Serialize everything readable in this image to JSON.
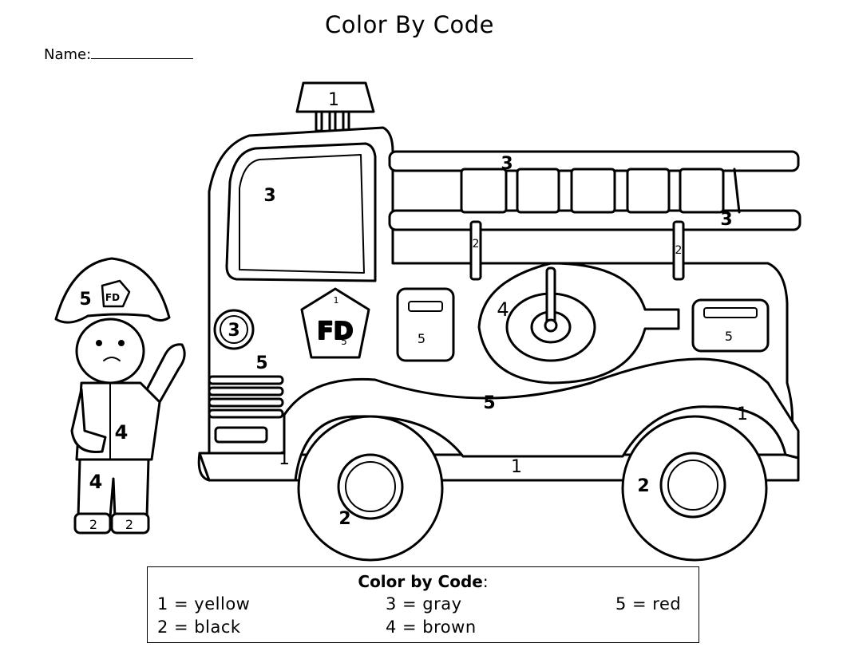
{
  "title": "Color By Code",
  "name_label": "Name:",
  "codes": {
    "light": "1",
    "window": "3",
    "ladder_a": "3",
    "ladder_b": "3",
    "rail_left": "2",
    "rail_right": "2",
    "hat": "5",
    "hat_badge": "FD",
    "headlight": "3",
    "cab": "5",
    "badge_top": "1",
    "badge_text": "FD",
    "badge_left": "5",
    "badge_right": "5",
    "compartment_left": "5",
    "hose": "4",
    "compartment_right": "5",
    "body": "5",
    "fender_right": "1",
    "bumper": "1",
    "skirt": "1",
    "wheel_left": "2",
    "wheel_right": "2",
    "coat": "4",
    "pants": "4",
    "boot_left": "2",
    "boot_right": "2"
  },
  "legend": {
    "heading": "Color by Code",
    "colon": ":",
    "items": [
      {
        "text": "1 = yellow"
      },
      {
        "text": "2 = black"
      },
      {
        "text": "3 = gray"
      },
      {
        "text": "4 = brown"
      },
      {
        "text": "5 = red"
      }
    ]
  }
}
